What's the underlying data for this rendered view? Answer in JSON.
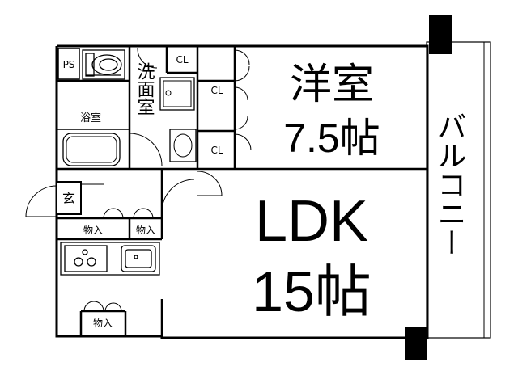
{
  "plan": {
    "rooms": {
      "western_room": {
        "name": "洋室",
        "size": "7.5帖"
      },
      "ldk": {
        "name": "LDK",
        "size": "15帖"
      },
      "balcony": {
        "name": "バルコニー"
      },
      "bathroom": {
        "name": "浴室"
      },
      "washroom": {
        "name": "洗面室"
      },
      "entrance": {
        "name": "玄"
      },
      "pipe_space": {
        "name": "PS"
      },
      "closet_top": {
        "name": "CL"
      },
      "closet_mid": {
        "name": "CL"
      },
      "closet_low": {
        "name": "CL"
      },
      "storage_left": {
        "name": "物入"
      },
      "storage_right": {
        "name": "物入"
      },
      "storage_bottom": {
        "name": "物入"
      }
    }
  }
}
